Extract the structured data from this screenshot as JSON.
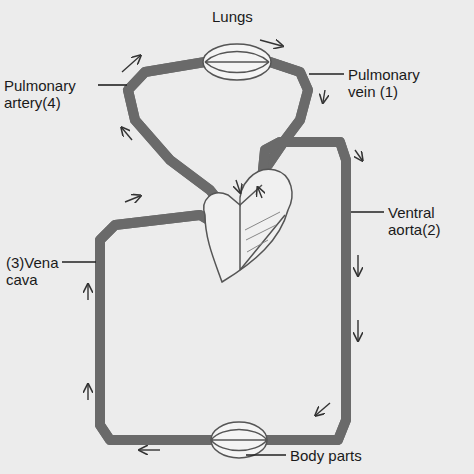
{
  "diagram": {
    "labels": [
      "Lungs",
      "Pulmonary artery(4)",
      "Pulmonary vein (1)",
      "Ventral aorta(2)",
      "(3)Vena cava",
      "Body parts"
    ]
  }
}
